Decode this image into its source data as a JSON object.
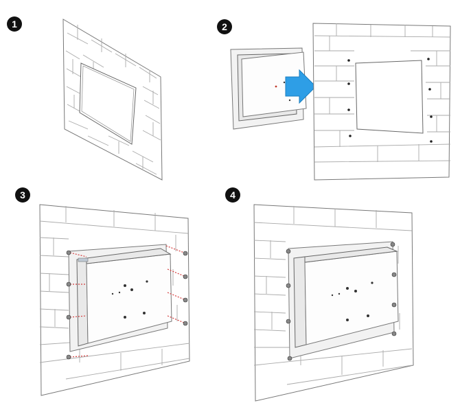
{
  "steps": [
    {
      "label": "1"
    },
    {
      "label": "2"
    },
    {
      "label": "3"
    },
    {
      "label": "4"
    }
  ],
  "colors": {
    "arrow": "#2e9ee6",
    "badge": "#111111",
    "guide_lines": "#d43b3b"
  },
  "icons": {
    "insert_arrow": "arrow-right-icon"
  }
}
